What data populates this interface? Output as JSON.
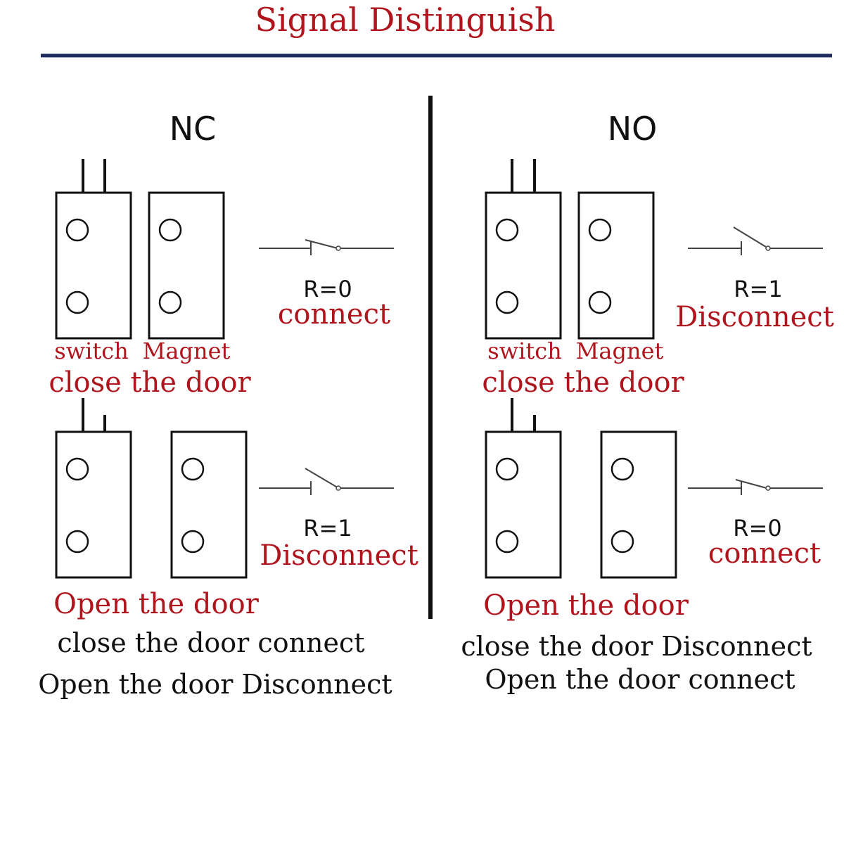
{
  "title": "Signal Distinguish",
  "colors": {
    "red": "#b0151d",
    "ink": "#111111",
    "rule": "#1d2c5c"
  },
  "nc": {
    "heading": "NC",
    "closed": {
      "switch_label": "switch",
      "magnet_label": "Magnet",
      "state": "close the door",
      "r": "R=0",
      "status": "connect"
    },
    "open": {
      "state": "Open the door",
      "r": "R=1",
      "status": "Disconnect"
    },
    "summary": [
      "close the door connect",
      "Open the door Disconnect"
    ]
  },
  "no": {
    "heading": "NO",
    "closed": {
      "switch_label": "switch",
      "magnet_label": "Magnet",
      "state": "close the door",
      "r": "R=1",
      "status": "Disconnect"
    },
    "open": {
      "state": "Open the door",
      "r": "R=0",
      "status": "connect"
    },
    "summary": [
      "close the door Disconnect",
      "Open the door connect"
    ]
  }
}
